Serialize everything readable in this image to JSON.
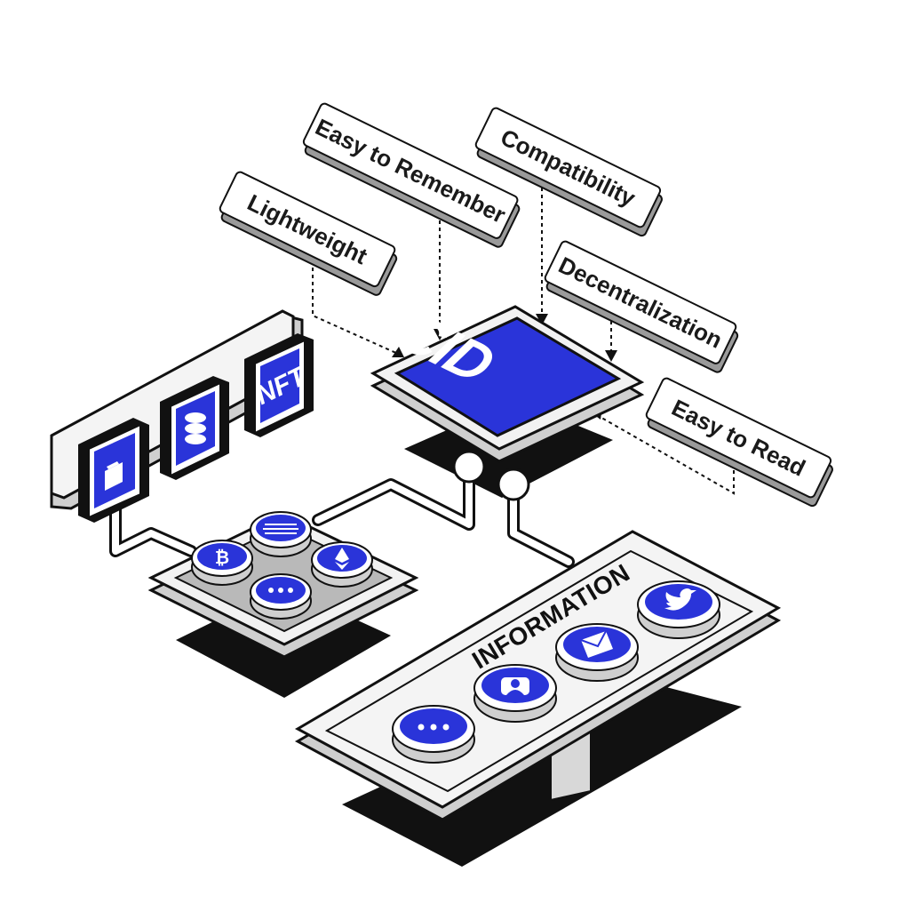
{
  "labels": {
    "lightweight": "Lightweight",
    "easy_to_remember": "Easy to Remember",
    "compatibility": "Compatibility",
    "decentralization": "Decentralization",
    "easy_to_read": "Easy to Read"
  },
  "center": {
    "cid": "CID"
  },
  "app_panel": {
    "nft": "NFT"
  },
  "info_panel": {
    "title": "INFORMATION"
  },
  "colors": {
    "accent": "#2a34d9",
    "dark": "#111111",
    "panel": "#efefef",
    "outline": "#1a1a1a"
  },
  "icons": {
    "apps": [
      "wallet-icon",
      "database-icon",
      "nft-icon"
    ],
    "coins": [
      "chain-icon",
      "bitcoin-icon",
      "ethereum-icon",
      "more-icon"
    ],
    "info": [
      "more-icon",
      "user-icon",
      "mail-icon",
      "twitter-icon"
    ]
  }
}
